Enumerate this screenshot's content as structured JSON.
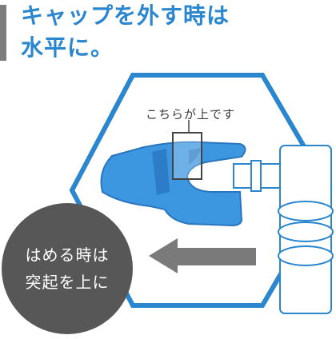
{
  "title": {
    "line1": "キャップを外す時は",
    "line2": "水平に。"
  },
  "callout_label": "こちらが上です",
  "badge": {
    "line1": "はめる時は",
    "line2": "突起を上に"
  },
  "colors": {
    "accent": "#2a86cf",
    "hexagon_stroke": "#2a86cf",
    "cap_blue": "#3d97e0",
    "badge_bg": "#575757",
    "arrow_gray": "#7a7a7a"
  }
}
